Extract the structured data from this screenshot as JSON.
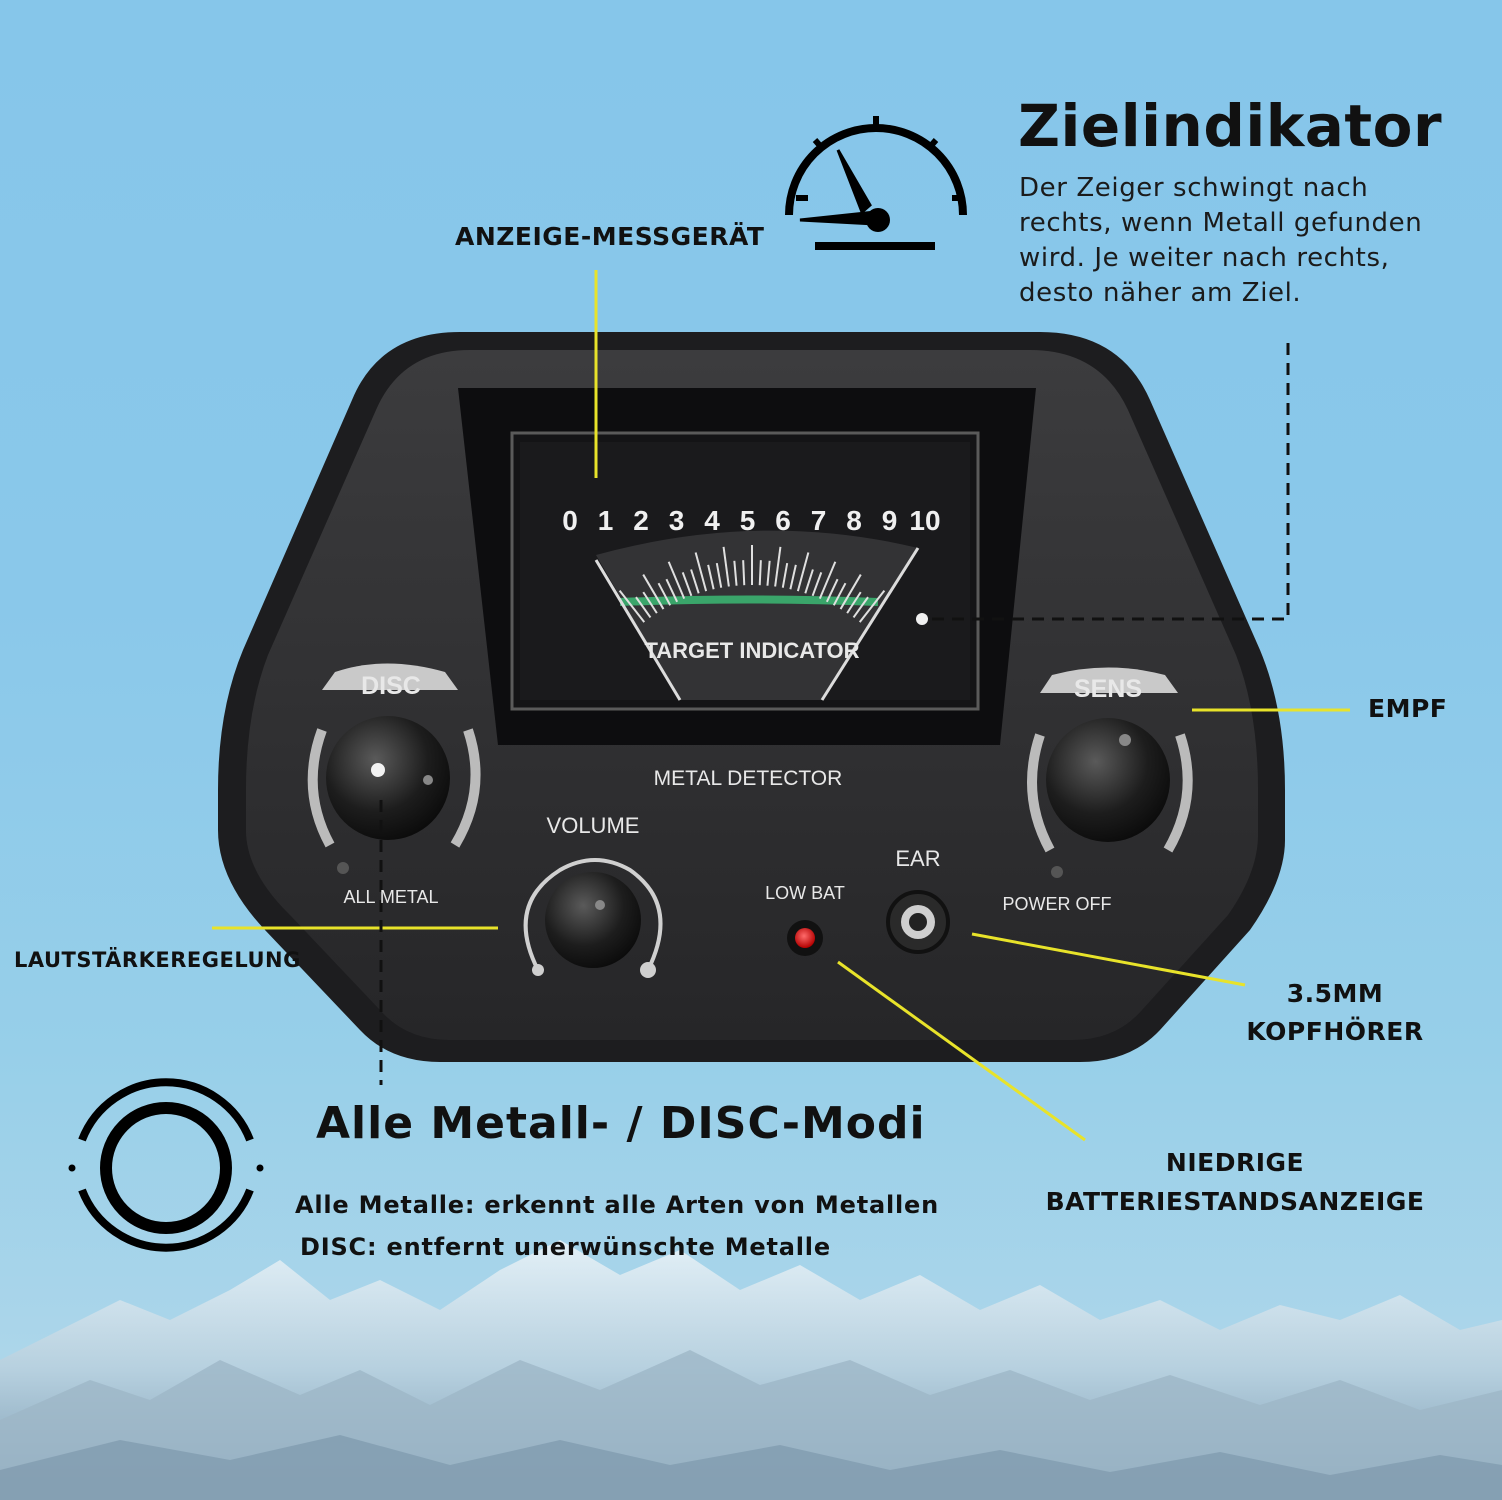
{
  "colors": {
    "sky": "#8ac8ea",
    "device": "#1c1c1e",
    "callout_line": "#e8e32a",
    "meter_green": "#3aa56a",
    "led_red": "#e21b1b"
  },
  "target_indicator": {
    "title": "Zielindikator",
    "description": [
      "Der Zeiger schwingt nach",
      "rechts, wenn Metall gefunden",
      "wird. Je weiter nach rechts,",
      "desto näher am Ziel."
    ],
    "icon": "gauge-icon"
  },
  "callouts": {
    "meter": "ANZEIGE-MESSGERÄT",
    "sensitivity": "EMPF",
    "volume": "LAUTSTÄRKEREGELUNG",
    "headphone": [
      "3.5MM",
      "KOPFHÖRER"
    ],
    "low_battery": [
      "NIEDRIGE",
      "BATTERIESTANDSANZEIGE"
    ]
  },
  "device": {
    "scale": [
      "0",
      "1",
      "2",
      "3",
      "4",
      "5",
      "6",
      "7",
      "8",
      "9",
      "10"
    ],
    "meter_label": "TARGET INDICATOR",
    "brand_label": "METAL DETECTOR",
    "disc_label": "DISC",
    "sens_label": "SENS",
    "all_metal_label": "ALL METAL",
    "power_off_label": "POWER OFF",
    "volume_label": "VOLUME",
    "low_bat_label": "LOW BAT",
    "ear_label": "EAR"
  },
  "modes": {
    "title": "Alle Metall- / DISC-Modi",
    "lines": [
      "Alle Metalle: erkennt alle Arten von Metallen",
      "DISC: entfernt unerwünschte Metalle"
    ],
    "icon": "target-rings-icon"
  }
}
